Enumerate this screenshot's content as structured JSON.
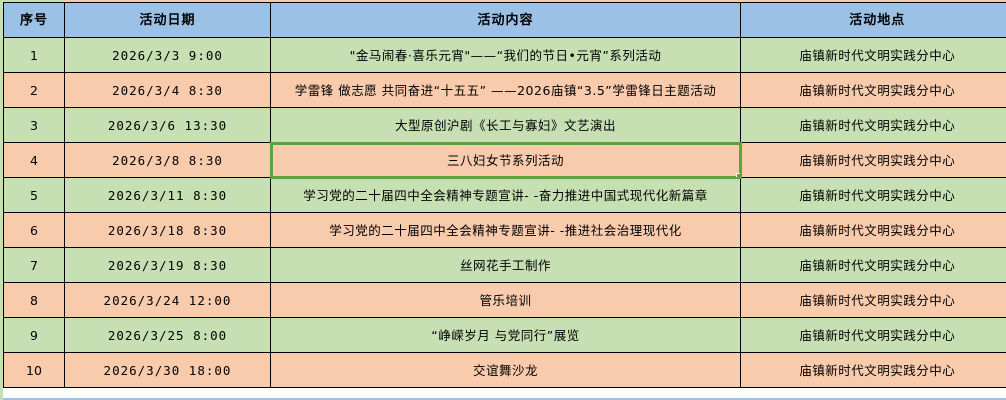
{
  "sheet": {
    "colors": {
      "header_bg": "#9BC2E6",
      "row_green": "#C6E0B4",
      "row_peach": "#F8CBAD",
      "selection": "#5FA33A",
      "border": "#000000"
    },
    "headers": {
      "index": "序号",
      "date": "活动日期",
      "content": "活动内容",
      "location": "活动地点"
    },
    "rows": [
      {
        "index": "1",
        "date": "2026/3/3  9:00",
        "content": "\"金马闹春·喜乐元宵\"——“我们的节日•元宵”系列活动",
        "location": "庙镇新时代文明实践分中心",
        "color": "green"
      },
      {
        "index": "2",
        "date": "2026/3/4  8:30",
        "content": "学雷锋 做志愿 共同奋进“十五五” ——2026庙镇“3.5”学雷锋日主题活动",
        "location": "庙镇新时代文明实践分中心",
        "color": "peach"
      },
      {
        "index": "3",
        "date": "2026/3/6  13:30",
        "content": "大型原创沪剧《长工与寡妇》文艺演出",
        "location": "庙镇新时代文明实践分中心",
        "color": "green"
      },
      {
        "index": "4",
        "date": "2026/3/8  8:30",
        "content": "三八妇女节系列活动",
        "location": "庙镇新时代文明实践分中心",
        "color": "peach",
        "selected": true
      },
      {
        "index": "5",
        "date": "2026/3/11  8:30",
        "content": "学习党的二十届四中全会精神专题宣讲- -奋力推进中国式现代化新篇章",
        "location": "庙镇新时代文明实践分中心",
        "color": "green"
      },
      {
        "index": "6",
        "date": "2026/3/18  8:30",
        "content": "学习党的二十届四中全会精神专题宣讲- -推进社会治理现代化",
        "location": "庙镇新时代文明实践分中心",
        "color": "peach"
      },
      {
        "index": "7",
        "date": "2026/3/19  8:30",
        "content": "丝网花手工制作",
        "location": "庙镇新时代文明实践分中心",
        "color": "green"
      },
      {
        "index": "8",
        "date": "2026/3/24  12:00",
        "content": "管乐培训",
        "location": "庙镇新时代文明实践分中心",
        "color": "peach"
      },
      {
        "index": "9",
        "date": "2026/3/25  8:00",
        "content": "“峥嵘岁月 与党同行”展览",
        "location": "庙镇新时代文明实践分中心",
        "color": "green"
      },
      {
        "index": "10",
        "date": "2026/3/30  18:00",
        "content": "交谊舞沙龙",
        "location": "庙镇新时代文明实践分中心",
        "color": "peach"
      }
    ]
  }
}
